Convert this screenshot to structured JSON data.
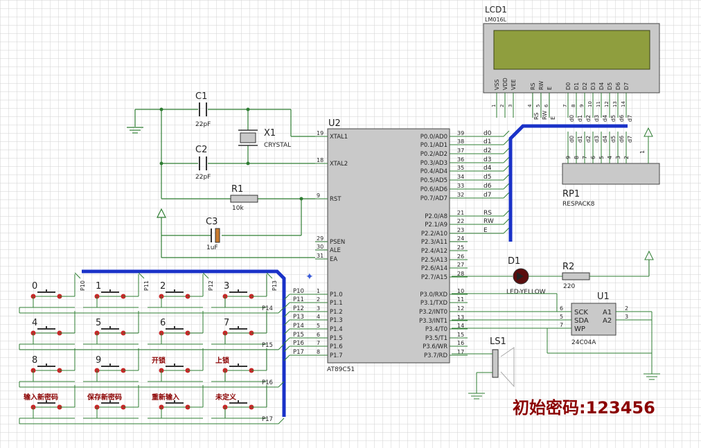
{
  "components": {
    "lcd": {
      "ref": "LCD1",
      "part": "LM016L",
      "pins": [
        "VSS",
        "VDD",
        "VEE",
        "RS",
        "RW",
        "E",
        "D0",
        "D1",
        "D2",
        "D3",
        "D4",
        "D5",
        "D6",
        "D7"
      ],
      "pin_numbers": [
        "1",
        "2",
        "3",
        "4",
        "5",
        "6",
        "7",
        "8",
        "9",
        "10",
        "11",
        "12",
        "13",
        "14"
      ]
    },
    "c1": {
      "ref": "C1",
      "value": "22pF"
    },
    "c2": {
      "ref": "C2",
      "value": "22pF"
    },
    "c3": {
      "ref": "C3",
      "value": "1uF"
    },
    "x1": {
      "ref": "X1",
      "value": "CRYSTAL"
    },
    "r1": {
      "ref": "R1",
      "value": "10k"
    },
    "r2": {
      "ref": "R2",
      "value": "220"
    },
    "d1": {
      "ref": "D1",
      "value": "LED-YELLOW"
    },
    "rp1": {
      "ref": "RP1",
      "value": "RESPACK8"
    },
    "u1": {
      "ref": "U1",
      "part": "24C04A",
      "pins_left": [
        "SCK",
        "SDA",
        "WP"
      ],
      "pins_left_num": [
        "6",
        "5",
        "7"
      ],
      "pins_right": [
        "A1",
        "A2"
      ],
      "pins_right_num": [
        "2",
        "3"
      ]
    },
    "ls1": {
      "ref": "LS1"
    },
    "u2": {
      "ref": "U2",
      "part": "AT89C51",
      "left_pins": [
        {
          "num": "19",
          "name": "XTAL1"
        },
        {
          "num": "18",
          "name": "XTAL2"
        },
        {
          "num": "9",
          "name": "RST"
        },
        {
          "num": "29",
          "name": "PSEN"
        },
        {
          "num": "30",
          "name": "ALE"
        },
        {
          "num": "31",
          "name": "EA"
        },
        {
          "num": "1",
          "name": "P1.0"
        },
        {
          "num": "2",
          "name": "P1.1"
        },
        {
          "num": "3",
          "name": "P1.2"
        },
        {
          "num": "4",
          "name": "P1.3"
        },
        {
          "num": "5",
          "name": "P1.4"
        },
        {
          "num": "6",
          "name": "P1.5"
        },
        {
          "num": "7",
          "name": "P1.6"
        },
        {
          "num": "8",
          "name": "P1.7"
        }
      ],
      "right_pins": [
        {
          "num": "39",
          "name": "P0.0/AD0"
        },
        {
          "num": "38",
          "name": "P0.1/AD1"
        },
        {
          "num": "37",
          "name": "P0.2/AD2"
        },
        {
          "num": "36",
          "name": "P0.3/AD3"
        },
        {
          "num": "35",
          "name": "P0.4/AD4"
        },
        {
          "num": "34",
          "name": "P0.5/AD5"
        },
        {
          "num": "33",
          "name": "P0.6/AD6"
        },
        {
          "num": "32",
          "name": "P0.7/AD7"
        },
        {
          "num": "21",
          "name": "P2.0/A8"
        },
        {
          "num": "22",
          "name": "P2.1/A9"
        },
        {
          "num": "23",
          "name": "P2.2/A10"
        },
        {
          "num": "24",
          "name": "P2.3/A11"
        },
        {
          "num": "25",
          "name": "P2.4/A12"
        },
        {
          "num": "26",
          "name": "P2.5/A13"
        },
        {
          "num": "27",
          "name": "P2.6/A14"
        },
        {
          "num": "28",
          "name": "P2.7/A15"
        },
        {
          "num": "10",
          "name": "P3.0/RXD"
        },
        {
          "num": "11",
          "name": "P3.1/TXD"
        },
        {
          "num": "12",
          "name": "P3.2/INT0"
        },
        {
          "num": "13",
          "name": "P3.3/INT1"
        },
        {
          "num": "14",
          "name": "P3.4/T0"
        },
        {
          "num": "15",
          "name": "P3.5/T1"
        },
        {
          "num": "16",
          "name": "P3.6/WR"
        },
        {
          "num": "17",
          "name": "P3.7/RD"
        }
      ]
    }
  },
  "nets": {
    "data": [
      "d0",
      "d1",
      "d2",
      "d3",
      "d4",
      "d5",
      "d6",
      "d7"
    ],
    "ctrl": [
      "RS",
      "RW",
      "E"
    ],
    "p1": [
      "P10",
      "P11",
      "P12",
      "P13",
      "P14",
      "P15",
      "P16",
      "P17"
    ]
  },
  "keypad": {
    "keys": [
      "0",
      "1",
      "2",
      "3",
      "4",
      "5",
      "6",
      "7",
      "8",
      "9",
      "开锁",
      "上锁",
      "输入新密码",
      "保存新密码",
      "重新输入",
      "未定义"
    ],
    "col_labels": [
      "P10",
      "P11",
      "P12",
      "P13"
    ],
    "row_labels": [
      "P14",
      "P15",
      "P16",
      "P17"
    ]
  },
  "note": "初始密码:123456"
}
